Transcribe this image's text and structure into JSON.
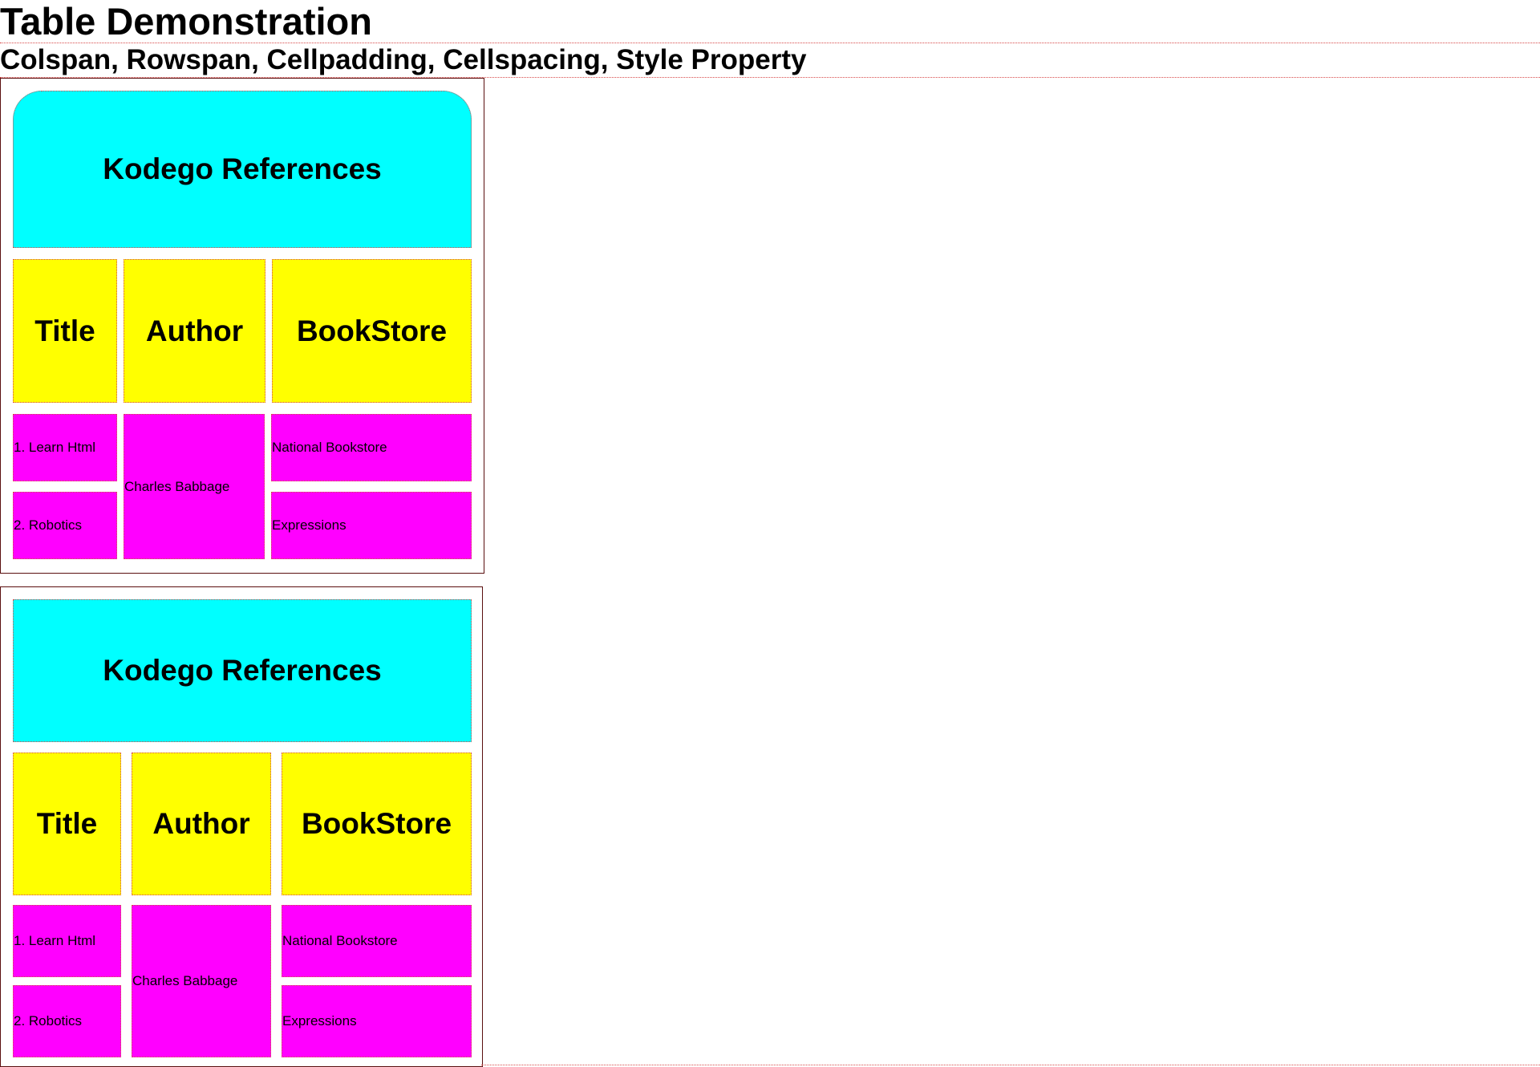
{
  "page": {
    "title": "Table Demonstration",
    "subtitle": "Colspan, Rowspan, Cellpadding, Cellspacing, Style Property"
  },
  "tables": [
    {
      "caption": "Kodego References",
      "headers": [
        "Title",
        "Author",
        "BookStore"
      ],
      "rows": [
        {
          "title": "1. Learn Html",
          "author": "Charles Babbage",
          "bookstore": "National Bookstore"
        },
        {
          "title": "2. Robotics",
          "bookstore": "Expressions"
        }
      ]
    },
    {
      "caption": "Kodego References",
      "headers": [
        "Title",
        "Author",
        "BookStore"
      ],
      "rows": [
        {
          "title": "1. Learn Html",
          "author": "Charles Babbage",
          "bookstore": "National Bookstore"
        },
        {
          "title": "2. Robotics",
          "bookstore": "Expressions"
        }
      ]
    }
  ],
  "colors": {
    "header_bg": "#00ffff",
    "column_bg": "#ffff00",
    "data_bg": "#ff00ff",
    "border": "#5a0f0f",
    "rule": "#d84a4a"
  }
}
